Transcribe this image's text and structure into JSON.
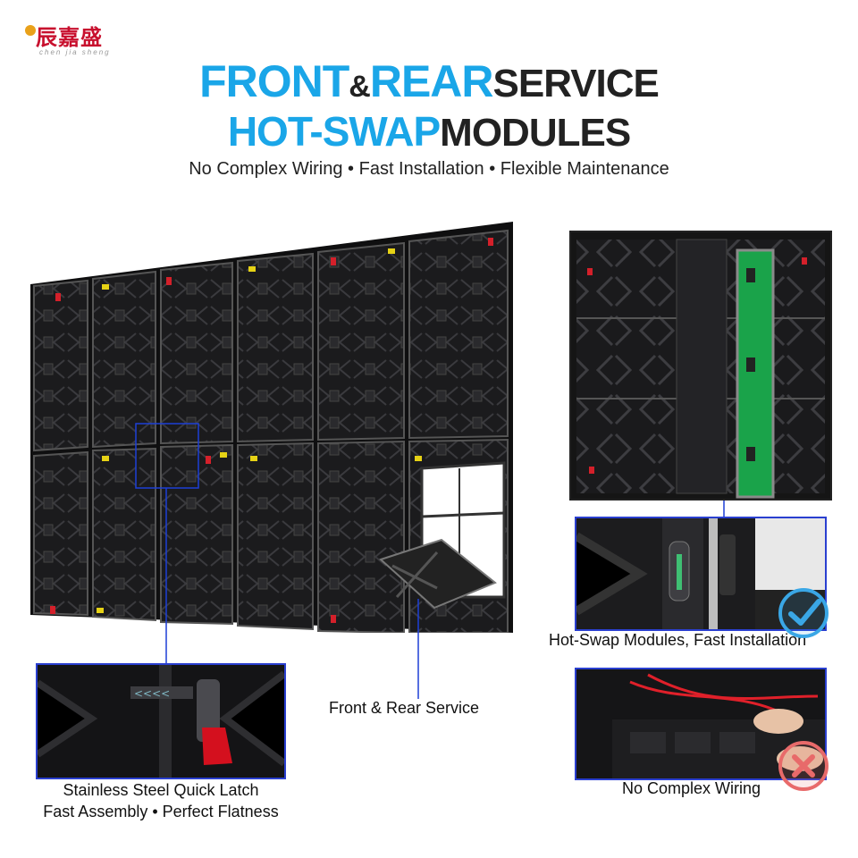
{
  "brand": {
    "name_cn": "辰嘉盛",
    "name_pinyin": "chen jia sheng"
  },
  "headline": {
    "line1_front": "FRONT",
    "line1_amp": "&",
    "line1_rear": "REAR",
    "line1_service": "SERVICE",
    "line2_hotswap": "HOT-SWAP",
    "line2_modules": "MODULES"
  },
  "subtitle": "No Complex Wiring • Fast Installation • Flexible Maintenance",
  "callouts": {
    "front_rear": "Front & Rear Service",
    "latch_line1": "Stainless Steel Quick Latch",
    "latch_line2": "Fast Assembly • Perfect Flatness",
    "hot_swap": "Hot-Swap Modules, Fast Installation",
    "no_wiring": "No Complex Wiring"
  },
  "colors": {
    "accent_blue": "#1aa6e8",
    "callout_blue": "#2a3fd0",
    "check_blue": "#3aa7e6",
    "x_red": "#e86a6a"
  },
  "icons": [
    "check-icon",
    "x-icon"
  ]
}
